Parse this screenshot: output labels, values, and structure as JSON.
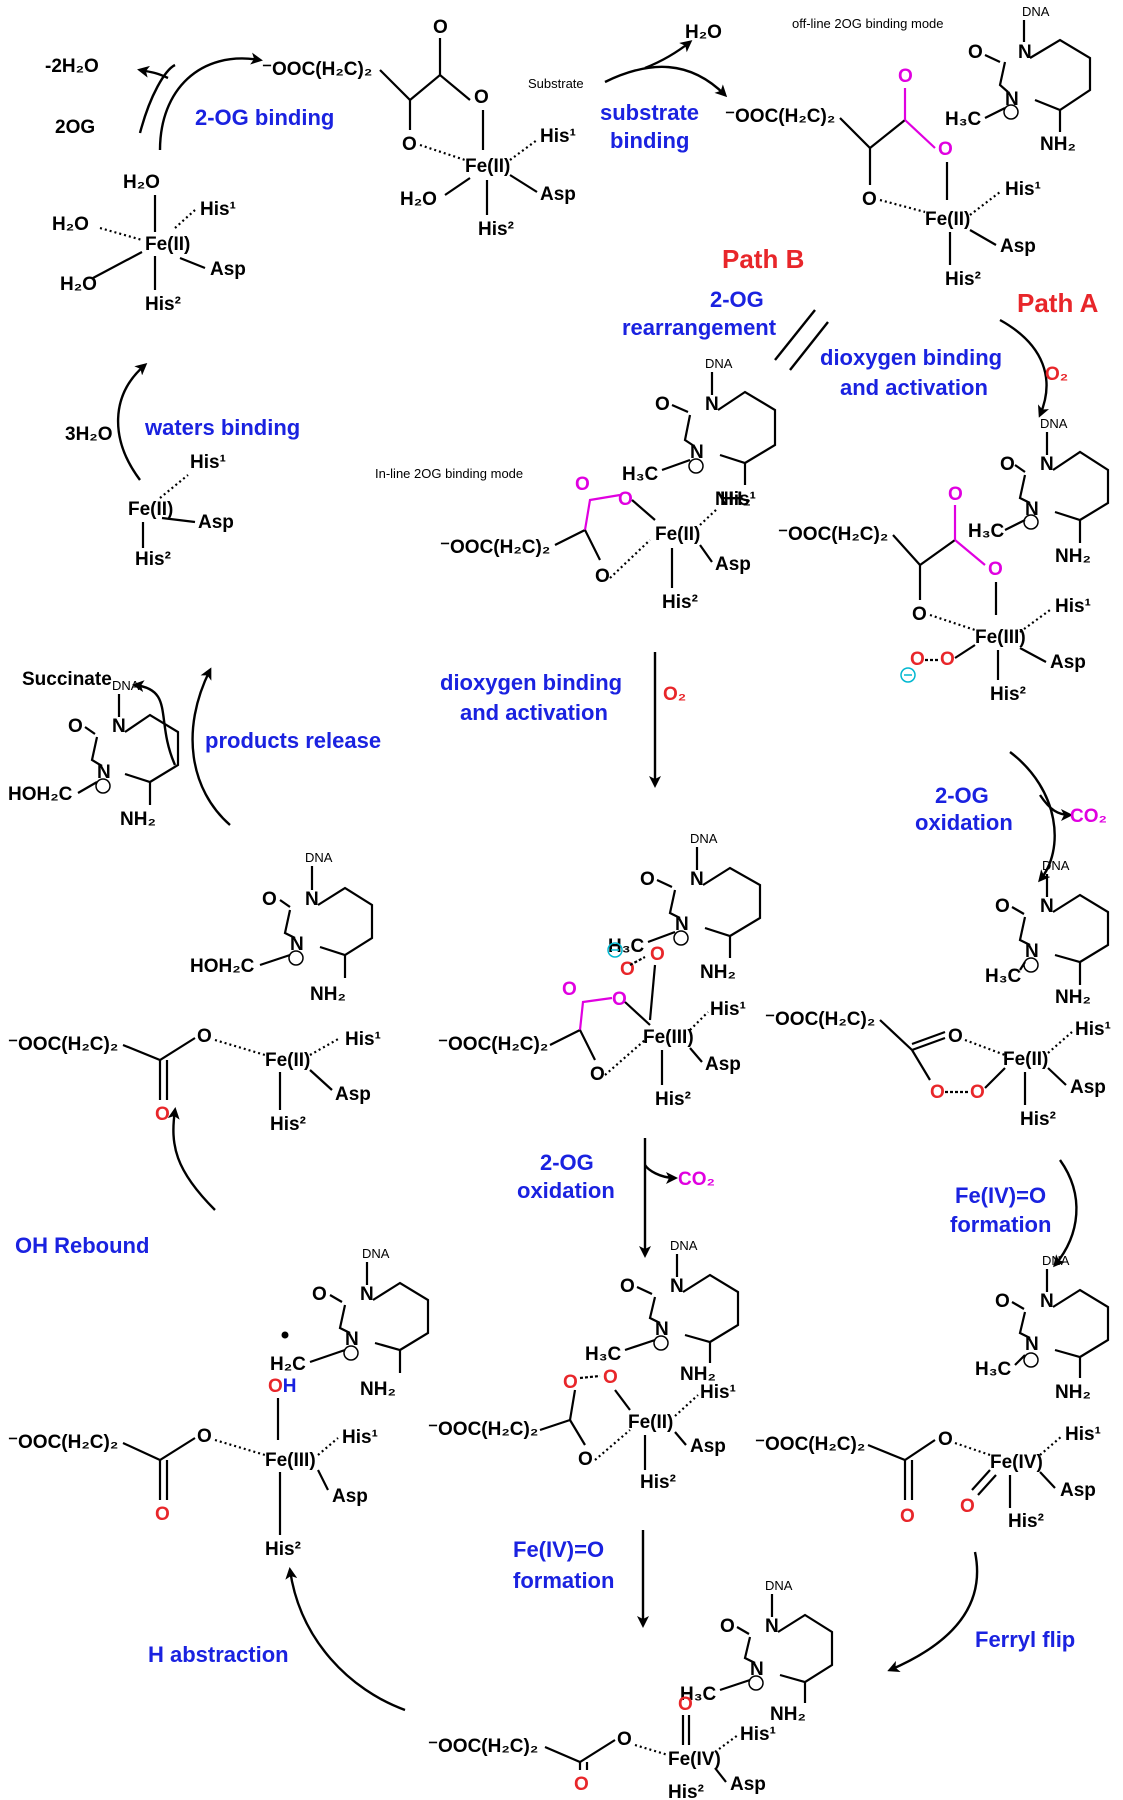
{
  "labels": {
    "minus_2h2o": "-2H₂O",
    "two_og": "2OG",
    "og_binding": "2-OG binding",
    "substrate": "Substrate",
    "h2o_top": "H₂O",
    "substrate_binding_1": "substrate",
    "substrate_binding_2": "binding",
    "offline_mode": "off-line 2OG binding mode",
    "path_b": "Path B",
    "path_a": "Path A",
    "og_rearr_1": "2-OG",
    "og_rearr_2": "rearrangement",
    "diox_a_1": "dioxygen binding",
    "diox_a_2": "and activation",
    "o2": "O₂",
    "inline_mode": "In-line 2OG binding mode",
    "three_h2o": "3H₂O",
    "waters_binding": "waters binding",
    "succinate": "Succinate",
    "products_release": "products release",
    "diox_b_1": "dioxygen binding",
    "diox_b_2": "and activation",
    "og_ox_a_1": "2-OG",
    "og_ox_a_2": "oxidation",
    "co2": "CO₂",
    "og_ox_b_1": "2-OG",
    "og_ox_b_2": "oxidation",
    "fe_form_a_1": "Fe(IV)=O",
    "fe_form_a_2": "formation",
    "fe_form_b_1": "Fe(IV)=O",
    "fe_form_b_2": "formation",
    "oh_rebound": "OH Rebound",
    "h_abstraction": "H abstraction",
    "ferryl_flip": "Ferryl flip"
  },
  "chem": {
    "fe2": "Fe(II)",
    "fe3": "Fe(III)",
    "fe4": "Fe(IV)",
    "his1": "His¹",
    "his2": "His²",
    "asp": "Asp",
    "h2o": "H₂O",
    "ooc": "⁻OOC(H₂C)₂",
    "dna": "DNA",
    "nh2": "NH₂",
    "h3c": "H₃C",
    "h2c": "H₂C",
    "hoh2c": "HOH₂C",
    "o": "O",
    "n": "N",
    "oh": "OH"
  },
  "colors": {
    "step_label": "#1a22e0",
    "path_label": "#e8262a",
    "oxygen_2og": "#e000e0",
    "superoxide": "#00b7d0"
  }
}
